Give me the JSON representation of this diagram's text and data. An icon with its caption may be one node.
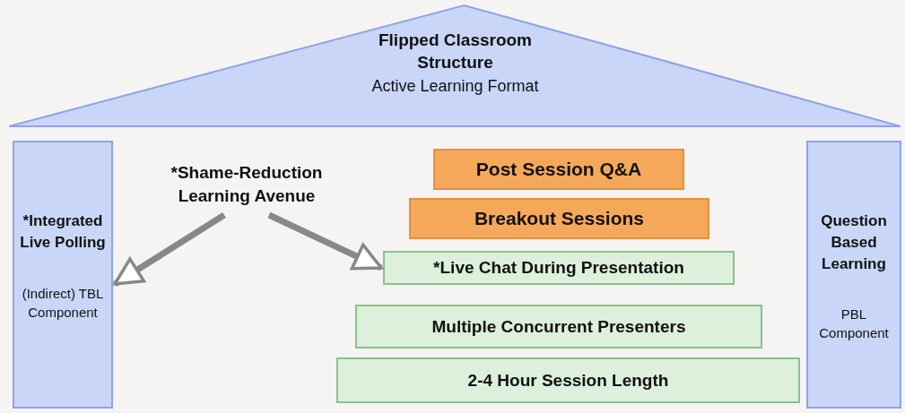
{
  "diagram": {
    "nodes": [
      {
        "text": [
          "Flipped Classroom Structure",
          "Active Learning Format"
        ]
      },
      {
        "text": [
          "*Integrated Live Polling",
          "(Indirect) TBL Component"
        ]
      },
      {
        "text": [
          "*Shame-Reduction Learning Avenue"
        ]
      },
      {
        "text": [
          "Post Session Q&A"
        ]
      },
      {
        "text": [
          "Breakout Sessions"
        ]
      },
      {
        "text": [
          "*Live Chat During Presentation"
        ]
      },
      {
        "text": [
          "Multiple Concurrent Presenters"
        ]
      },
      {
        "text": [
          "2-4 Hour Session Length"
        ]
      },
      {
        "text": [
          "Question Based Learning",
          "PBL Component"
        ]
      }
    ],
    "edges": [
      {
        "from": 2,
        "to": 1,
        "arrow": "to"
      },
      {
        "from": 2,
        "to": 5,
        "arrow": "to"
      }
    ]
  }
}
